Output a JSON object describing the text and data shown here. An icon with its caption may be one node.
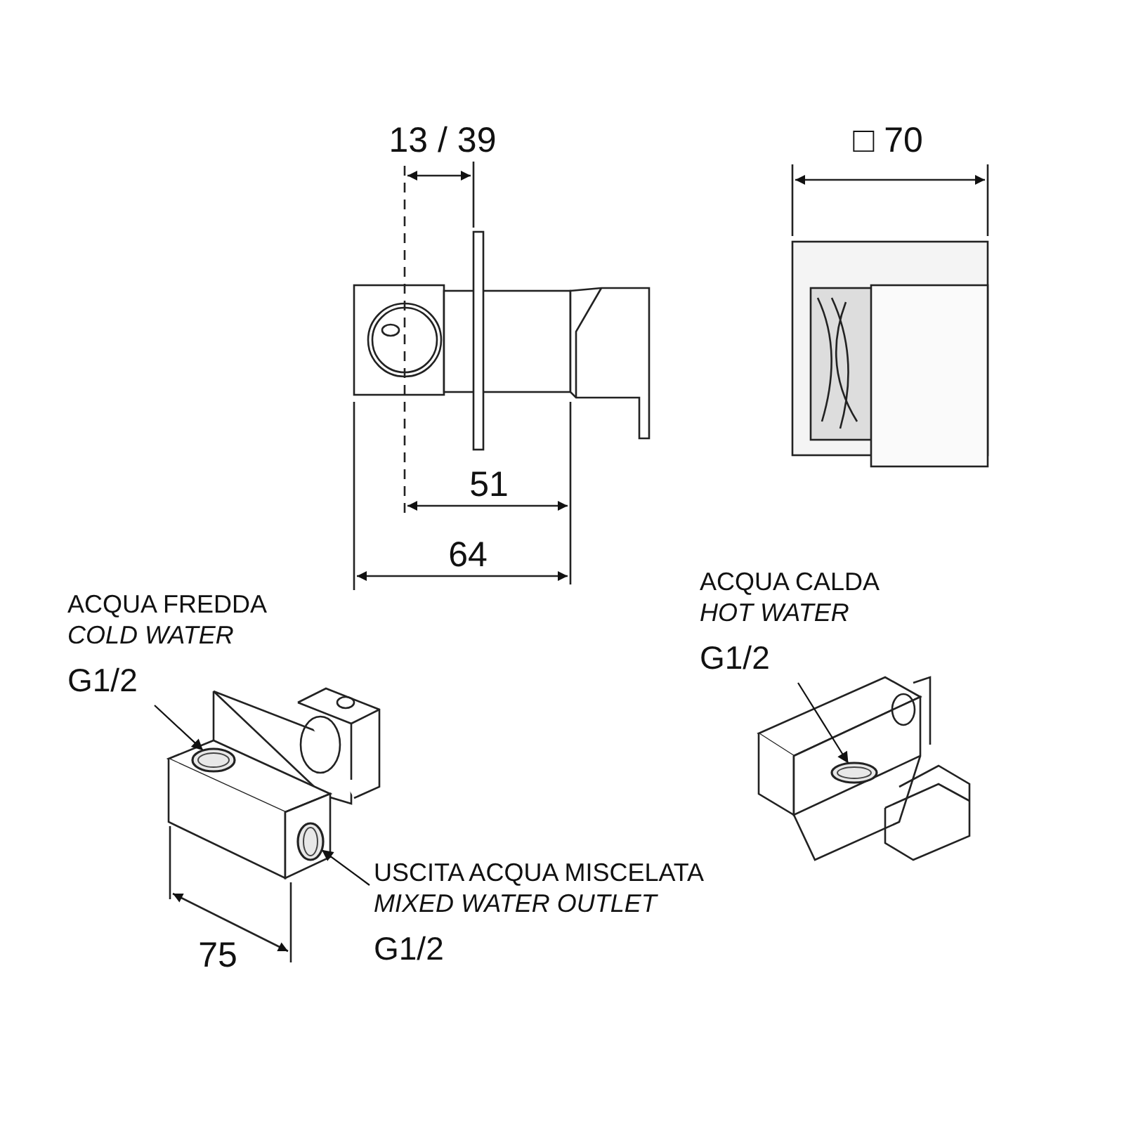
{
  "diagram": {
    "nodes": [
      {
        "text": [
          "ACQUA FREDDA",
          "COLD WATER",
          "G1/2"
        ]
      },
      {
        "text": [],
        "shape": "circle"
      },
      {
        "text": [
          "ACQUA CALDA",
          "HOT WATER",
          "G1/2"
        ]
      },
      {
        "text": [],
        "shape": "circle"
      },
      {
        "text": [
          "USCITA ACQUA MISCELATA",
          "MIXED WATER OUTLET",
          "G1/2"
        ]
      },
      {
        "text": [],
        "shape": "circle"
      }
    ],
    "edges": [
      {
        "from": 0,
        "to": 1,
        "arrow": "to"
      },
      {
        "from": 2,
        "to": 3,
        "arrow": "to"
      },
      {
        "from": 4,
        "to": 5,
        "arrow": "to"
      }
    ],
    "labels": [
      "13 / 39",
      "□ 70",
      "51",
      "64",
      "75"
    ]
  }
}
